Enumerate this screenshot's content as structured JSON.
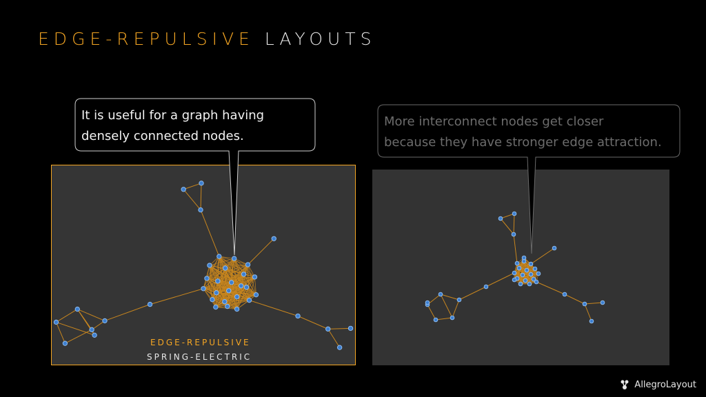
{
  "title": {
    "highlight": "EDGE-REPULSIVE",
    "rest": "LAYOUTS"
  },
  "left_panel": {
    "label_line1": "EDGE-REPULSIVE",
    "label_line2": "SPRING-ELECTRIC",
    "callout": {
      "line1": "It is useful for a graph having",
      "line2": "densely connected nodes."
    }
  },
  "right_panel": {
    "callout": {
      "line1": "More interconnect nodes get closer",
      "line2": "because they have stronger edge attraction."
    }
  },
  "brand": {
    "name": "AllegroLayout",
    "icon": "allegrolayout-logo-icon"
  },
  "colors": {
    "accent": "#f5a623",
    "edge": "#c8861e",
    "node_fill": "#3d7fd0",
    "node_stroke": "#8fbdf0",
    "panel_bg": "#353535"
  }
}
